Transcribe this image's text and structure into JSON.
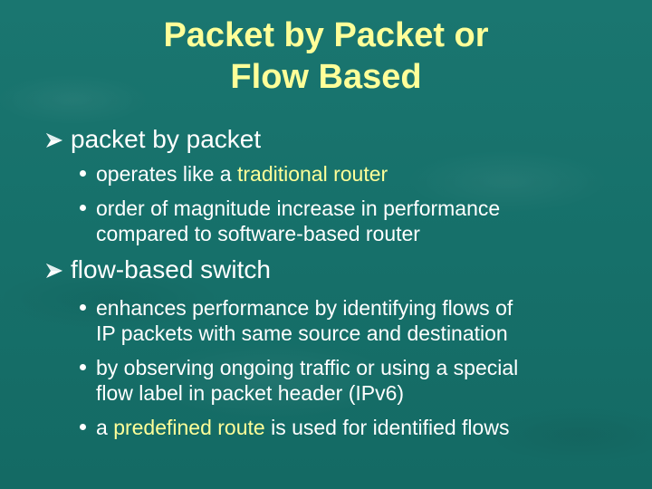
{
  "slide": {
    "title_line1": "Packet by Packet or",
    "title_line2": "Flow Based",
    "sections": [
      {
        "heading": "packet by packet",
        "bullets": [
          {
            "text_before": "operates like a ",
            "highlight": "traditional router",
            "text_after": ""
          },
          {
            "line1": "order of magnitude increase in performance",
            "line2": "compared to software-based router"
          }
        ]
      },
      {
        "heading": "flow-based switch",
        "bullets": [
          {
            "line1": "enhances performance by identifying flows of",
            "line2": "IP packets with same source and destination"
          },
          {
            "line1": "by observing ongoing traffic or using a special",
            "line2": "flow label in packet header (IPv6)"
          },
          {
            "text_before": "a ",
            "highlight": "predefined route",
            "text_after": " is used for identified flows"
          }
        ]
      }
    ],
    "colors": {
      "background": "#17706a",
      "title": "#ffff99",
      "highlight": "#ffff99",
      "body_text": "#ffffff"
    },
    "icons": {
      "level1_bullet": "arrow-bullet-icon",
      "level2_bullet": "round-bullet-icon"
    }
  }
}
